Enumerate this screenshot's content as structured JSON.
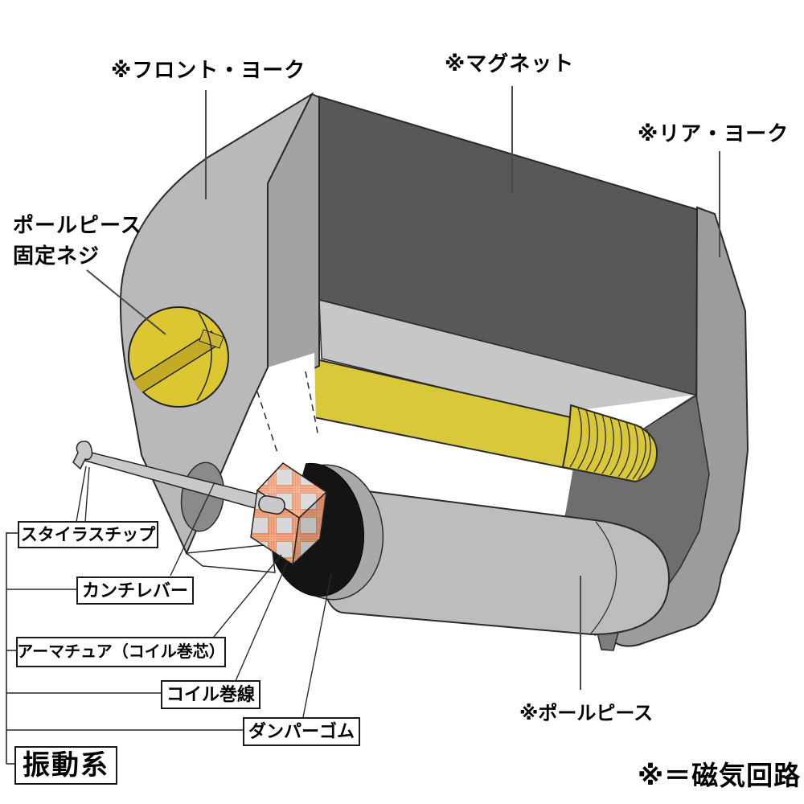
{
  "diagram": {
    "subject": "moving-magnet-cartridge-cross-section",
    "labels": {
      "front_yoke": "※フロント・ヨーク",
      "magnet": "※マグネット",
      "rear_yoke": "※リア・ヨーク",
      "pole_piece_screw_line1": "ポールピース",
      "pole_piece_screw_line2": "固定ネジ",
      "stylus_tip": "スタイラスチップ",
      "cantilever": "カンチレバー",
      "armature": "アーマチュア（コイル巻芯）",
      "coil_winding": "コイル巻線",
      "damper_rubber": "ダンパーゴム",
      "vibration_system": "振動系",
      "pole_piece": "※ポールピース",
      "legend_note": "※＝磁気回路"
    },
    "colors": {
      "front_yoke_face": "#b9b9b9",
      "front_yoke_side": "#a3a3a3",
      "magnet": "#58585a",
      "inner_top_face": "#c7c7c7",
      "rear_yoke": "#9c9c9c",
      "inner_pocket": "#6e6e6e",
      "pole_piece_cylinder": "#bdbdbd",
      "damper_disc": "#141414",
      "screw_yellow": "#dcc733",
      "screw_slot": "#c3ab28",
      "shaft_yellow": "#d9c83a",
      "coil_orange": "#ee8656",
      "cantilever_gray": "#c9c9c9",
      "outline": "#2a2a2a"
    }
  }
}
